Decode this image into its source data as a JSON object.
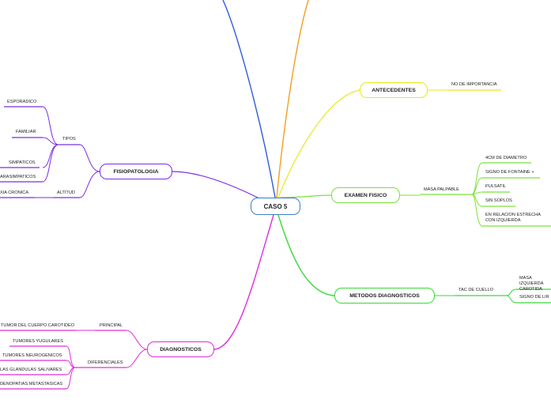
{
  "root": {
    "label": "CASO 5",
    "color": "#3a7fc0"
  },
  "branches": [
    {
      "id": "antecedentes",
      "label": "ANTECEDENTES",
      "color": "#e8e820",
      "children": [
        {
          "id": "no-importancia",
          "label": "NO DE IMPORTANCIA"
        }
      ]
    },
    {
      "id": "examen",
      "label": "EXAMEN FISICO",
      "color": "#7be03a",
      "children": [
        {
          "id": "masa-palpable",
          "label": "MASA PALPABLE",
          "children": [
            {
              "id": "4cm",
              "label": "4CM DE DIAMETRO"
            },
            {
              "id": "fontaine",
              "label": "SIGNO DE FONTAINE +"
            },
            {
              "id": "pulsatil",
              "label": "PULSATIL"
            },
            {
              "id": "sin-soplos",
              "label": "SIN SOPLOS"
            },
            {
              "id": "estrecha",
              "label": "EN RELACION ESTRECHA CON IZQUIERDA"
            }
          ]
        }
      ]
    },
    {
      "id": "metodos",
      "label": "METODOS DIAGNOSTICOS",
      "color": "#3ad83a",
      "children": [
        {
          "id": "tac",
          "label": "TAC DE CUELLO",
          "children": [
            {
              "id": "masa-izq",
              "label": "MASA IZQUIERDA CAROTIDA"
            },
            {
              "id": "signo-lir",
              "label": "SIGNO DE LIR"
            }
          ]
        }
      ]
    },
    {
      "id": "diagnosticos",
      "label": "DIAGNOSTICOS",
      "color": "#e02ed8",
      "children": [
        {
          "id": "principal",
          "label": "PRINCIPAL",
          "children": [
            {
              "id": "tumor-cuerpo",
              "label": "TUMOR DEL CUERPO CAROTIDEO"
            }
          ]
        },
        {
          "id": "diferenciales",
          "label": "DIFERENCIALES",
          "children": [
            {
              "id": "yugulares",
              "label": "TUMORES YUGULARES"
            },
            {
              "id": "neurogenicos",
              "label": "TUMORES NEUROGENICOS"
            },
            {
              "id": "glandulas",
              "label": "LAS GLANDULAS SALIVARES"
            },
            {
              "id": "adenopatias",
              "label": "DENOPATIAS METASTASICAS"
            }
          ]
        }
      ]
    },
    {
      "id": "fisiopatologia",
      "label": "FISIOPATOLOGIA",
      "color": "#7b2ee0",
      "children": [
        {
          "id": "tipos",
          "label": "TIPOS",
          "children": [
            {
              "id": "esporadico",
              "label": "ESPORADICO"
            },
            {
              "id": "familiar",
              "label": "FAMILIAR"
            },
            {
              "id": "simpaticos",
              "label": "SIMPATICOS"
            },
            {
              "id": "parasimpaticos",
              "label": "ARASIMPATICOS"
            }
          ]
        },
        {
          "id": "altitud",
          "label": "ALTITUD",
          "children": [
            {
              "id": "hipoxia",
              "label": "XIA CRONICA"
            }
          ]
        }
      ]
    },
    {
      "id": "top-blue",
      "label": "",
      "color": "#2d5be0",
      "children": []
    },
    {
      "id": "top-orange",
      "label": "",
      "color": "#f0a020",
      "children": []
    }
  ]
}
